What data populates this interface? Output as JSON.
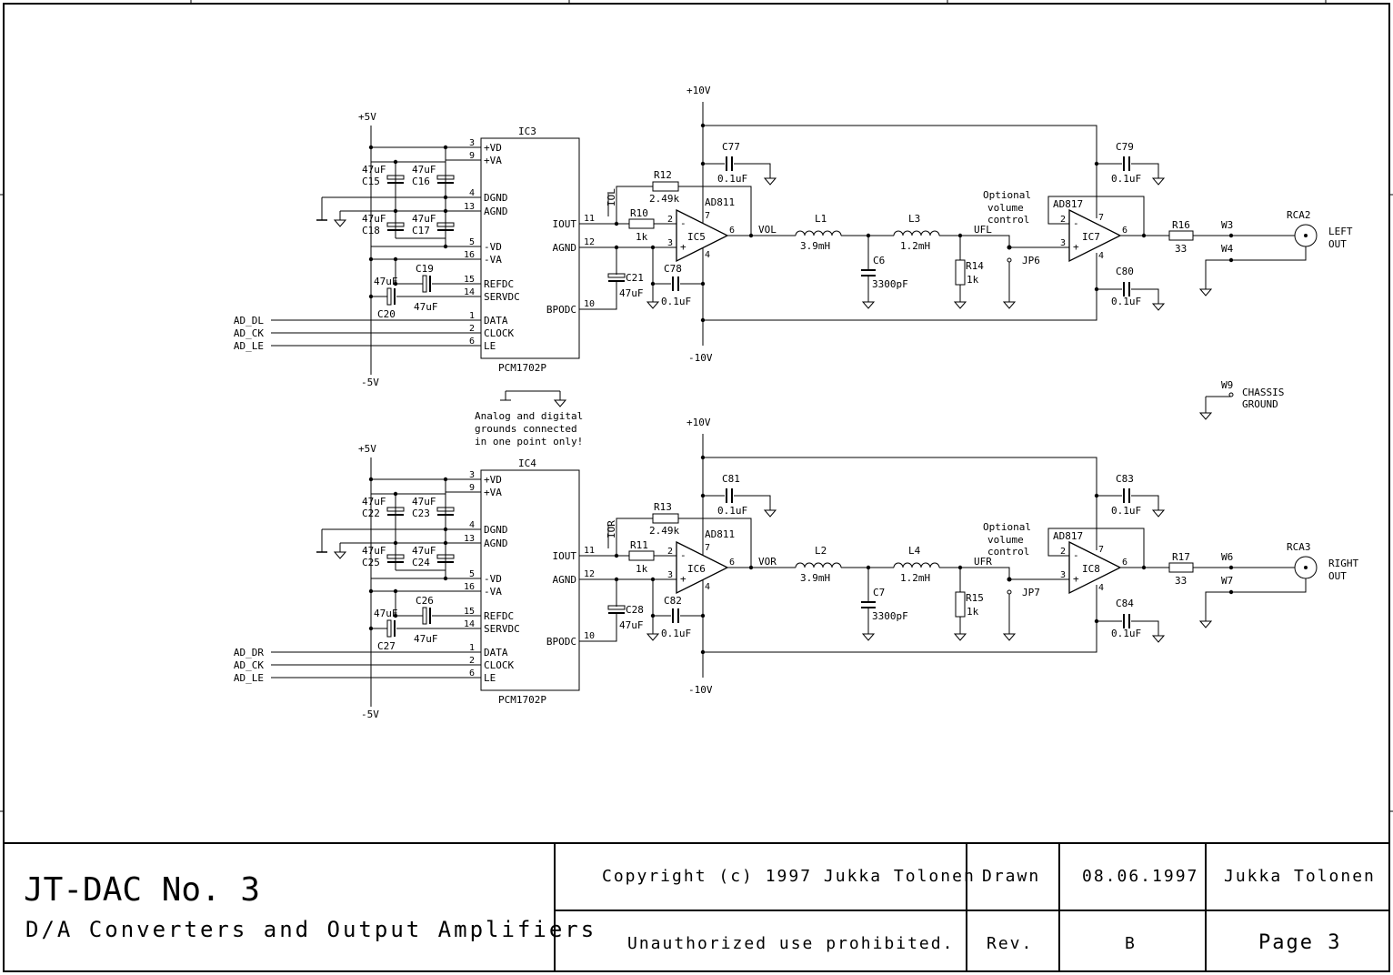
{
  "sheet": {
    "title": "JT-DAC No. 3",
    "subtitle": "D/A Converters and Output Amplifiers",
    "copyright": "Copyright (c) 1997 Jukka Tolonen",
    "notice": "Unauthorized use prohibited.",
    "drawn_label": "Drawn",
    "drawn_date": "08.06.1997",
    "drawn_by": "Jukka Tolonen",
    "rev_label": "Rev.",
    "rev_value": "B",
    "page": "Page 3"
  },
  "notes": {
    "ground_note": [
      "Analog and digital",
      "grounds connected",
      "in one point only!"
    ],
    "chassis": [
      "CHASSIS",
      "GROUND"
    ],
    "chassis_ref": "W9"
  },
  "channels": [
    {
      "supply_pos": "+5V",
      "supply_neg": "-5V",
      "rail_pos": "+10V",
      "rail_neg": "-10V",
      "dac_ref": "IC3",
      "dac_part": "PCM1702P",
      "dac_pins_left": [
        {
          "num": "3",
          "name": "+VD"
        },
        {
          "num": "9",
          "name": "+VA"
        },
        {
          "num": "4",
          "name": "DGND"
        },
        {
          "num": "13",
          "name": "AGND"
        },
        {
          "num": "5",
          "name": "-VD"
        },
        {
          "num": "16",
          "name": "-VA"
        },
        {
          "num": "15",
          "name": "REFDC"
        },
        {
          "num": "14",
          "name": "SERVDC"
        },
        {
          "num": "1",
          "name": "DATA"
        },
        {
          "num": "2",
          "name": "CLOCK"
        },
        {
          "num": "6",
          "name": "LE"
        }
      ],
      "dac_pins_right": [
        {
          "num": "11",
          "name": "IOUT"
        },
        {
          "num": "12",
          "name": "AGND"
        },
        {
          "num": "10",
          "name": "BPODC"
        }
      ],
      "inputs": [
        "AD_DL",
        "AD_CK",
        "AD_LE"
      ],
      "caps": [
        {
          "ref": "C15",
          "value": "47uF"
        },
        {
          "ref": "C16",
          "value": "47uF"
        },
        {
          "ref": "C18",
          "value": "47uF"
        },
        {
          "ref": "C17",
          "value": "47uF"
        },
        {
          "ref": "C19",
          "value": "47uF"
        },
        {
          "ref": "C20",
          "value": "47uF"
        }
      ],
      "iout_net": "IOL",
      "r_fb": {
        "ref": "R12",
        "value": "2.49k"
      },
      "r_in": {
        "ref": "R10",
        "value": "1k"
      },
      "opamp1": {
        "ref": "IC5",
        "part": "AD811"
      },
      "c_bp": {
        "ref": "C21",
        "value": "47uF"
      },
      "c_dec1": {
        "ref": "C77",
        "value": "0.1uF"
      },
      "c_dec2": {
        "ref": "C78",
        "value": "0.1uF"
      },
      "vout_net": "VOL",
      "l1": {
        "ref": "L1",
        "value": "3.9mH"
      },
      "l2": {
        "ref": "L3",
        "value": "1.2mH"
      },
      "c_filt": {
        "ref": "C6",
        "value": "3300pF"
      },
      "r_load": {
        "ref": "R14",
        "value": "1k"
      },
      "filt_net": "UFL",
      "jumper": "JP6",
      "vol_note": [
        "Optional",
        "volume",
        "control"
      ],
      "opamp2": {
        "ref": "IC7",
        "part": "AD817"
      },
      "c_dec3": {
        "ref": "C79",
        "value": "0.1uF"
      },
      "c_dec4": {
        "ref": "C80",
        "value": "0.1uF"
      },
      "r_out": {
        "ref": "R16",
        "value": "33"
      },
      "wires": [
        "W3",
        "W4"
      ],
      "jack": "RCA2",
      "out_label": [
        "LEFT",
        "OUT"
      ],
      "pin_nums": {
        "p2": "2",
        "p3": "3",
        "p6": "6",
        "p7": "7",
        "p4": "4"
      }
    },
    {
      "supply_pos": "+5V",
      "supply_neg": "-5V",
      "rail_pos": "+10V",
      "rail_neg": "-10V",
      "dac_ref": "IC4",
      "dac_part": "PCM1702P",
      "dac_pins_left": [
        {
          "num": "3",
          "name": "+VD"
        },
        {
          "num": "9",
          "name": "+VA"
        },
        {
          "num": "4",
          "name": "DGND"
        },
        {
          "num": "13",
          "name": "AGND"
        },
        {
          "num": "5",
          "name": "-VD"
        },
        {
          "num": "16",
          "name": "-VA"
        },
        {
          "num": "15",
          "name": "REFDC"
        },
        {
          "num": "14",
          "name": "SERVDC"
        },
        {
          "num": "1",
          "name": "DATA"
        },
        {
          "num": "2",
          "name": "CLOCK"
        },
        {
          "num": "6",
          "name": "LE"
        }
      ],
      "dac_pins_right": [
        {
          "num": "11",
          "name": "IOUT"
        },
        {
          "num": "12",
          "name": "AGND"
        },
        {
          "num": "10",
          "name": "BPODC"
        }
      ],
      "inputs": [
        "AD_DR",
        "AD_CK",
        "AD_LE"
      ],
      "caps": [
        {
          "ref": "C22",
          "value": "47uF"
        },
        {
          "ref": "C23",
          "value": "47uF"
        },
        {
          "ref": "C25",
          "value": "47uF"
        },
        {
          "ref": "C24",
          "value": "47uF"
        },
        {
          "ref": "C26",
          "value": "47uF"
        },
        {
          "ref": "C27",
          "value": "47uF"
        }
      ],
      "iout_net": "IOR",
      "r_fb": {
        "ref": "R13",
        "value": "2.49k"
      },
      "r_in": {
        "ref": "R11",
        "value": "1k"
      },
      "opamp1": {
        "ref": "IC6",
        "part": "AD811"
      },
      "c_bp": {
        "ref": "C28",
        "value": "47uF"
      },
      "c_dec1": {
        "ref": "C81",
        "value": "0.1uF"
      },
      "c_dec2": {
        "ref": "C82",
        "value": "0.1uF"
      },
      "vout_net": "VOR",
      "l1": {
        "ref": "L2",
        "value": "3.9mH"
      },
      "l2": {
        "ref": "L4",
        "value": "1.2mH"
      },
      "c_filt": {
        "ref": "C7",
        "value": "3300pF"
      },
      "r_load": {
        "ref": "R15",
        "value": "1k"
      },
      "filt_net": "UFR",
      "jumper": "JP7",
      "vol_note": [
        "Optional",
        "volume",
        "control"
      ],
      "opamp2": {
        "ref": "IC8",
        "part": "AD817"
      },
      "c_dec3": {
        "ref": "C83",
        "value": "0.1uF"
      },
      "c_dec4": {
        "ref": "C84",
        "value": "0.1uF"
      },
      "r_out": {
        "ref": "R17",
        "value": "33"
      },
      "wires": [
        "W6",
        "W7"
      ],
      "jack": "RCA3",
      "out_label": [
        "RIGHT",
        "OUT"
      ],
      "pin_nums": {
        "p2": "2",
        "p3": "3",
        "p6": "6",
        "p7": "7",
        "p4": "4"
      }
    }
  ]
}
